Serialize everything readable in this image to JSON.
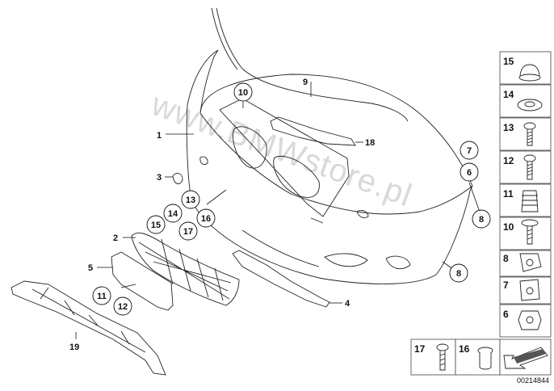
{
  "watermark": "www.BMWstore.pl",
  "document_number": "00214844",
  "callouts": [
    "1",
    "2",
    "3",
    "4",
    "5",
    "6",
    "7",
    "8",
    "8",
    "9",
    "10",
    "11",
    "12",
    "13",
    "14",
    "15",
    "16",
    "17",
    "18",
    "19"
  ],
  "panel": {
    "cells": [
      "15",
      "14",
      "13",
      "12",
      "11",
      "10",
      "8",
      "7",
      "6"
    ],
    "bottom_cells": [
      "17",
      "16"
    ]
  },
  "icons": [
    "arrow-icon",
    "plug-icon",
    "washer-icon",
    "screw-icon",
    "nut-icon",
    "clip-icon"
  ]
}
